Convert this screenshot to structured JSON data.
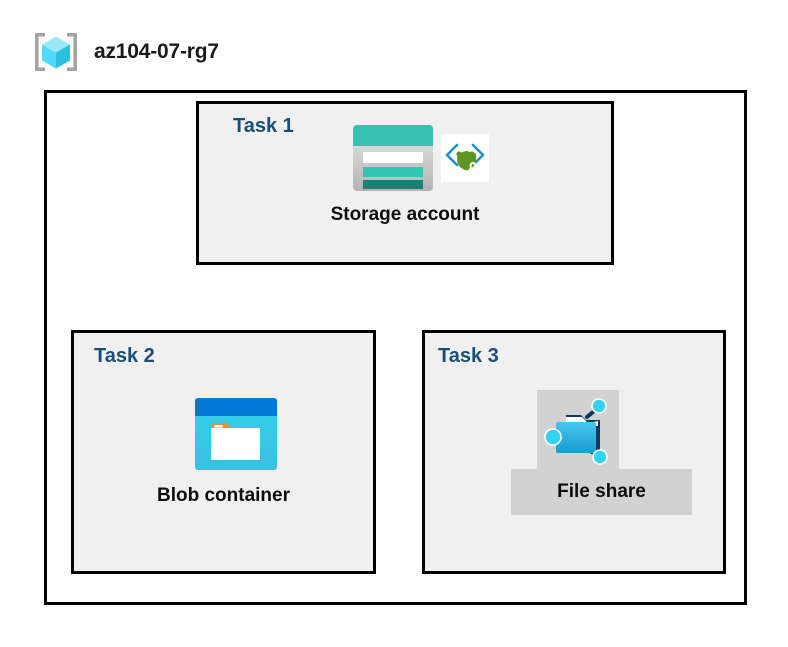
{
  "header": {
    "resource_group_icon": "azure-resource-group-icon",
    "title": "az104-07-rg7"
  },
  "diagram": {
    "type": "azure-architecture-tree",
    "container_name": "resource-group-boundary",
    "nodes": [
      {
        "task_label": "Task 1",
        "caption": "Storage account",
        "icons": [
          "storage-account-icon",
          "secure-transfer-icon"
        ],
        "highlighted": false
      },
      {
        "task_label": "Task 2",
        "caption": "Blob container",
        "icons": [
          "blob-container-icon"
        ],
        "highlighted": false
      },
      {
        "task_label": "Task 3",
        "caption": "File share",
        "icons": [
          "file-share-icon"
        ],
        "highlighted": true
      }
    ],
    "connections": [
      {
        "from": "Storage account",
        "to": "Blob container"
      },
      {
        "from": "Storage account",
        "to": "File share"
      }
    ]
  },
  "colors": {
    "task_label": "#1B4E78",
    "box_fill": "#F0F0F0",
    "box_border": "#000000",
    "highlight": "#D2D2D2",
    "azure_blue": "#0078D4",
    "storage_teal": "#37C2B1",
    "blob_cyan": "#32BEDD",
    "shield_green": "#5E9624",
    "folder_orange": "#F08C2E"
  }
}
